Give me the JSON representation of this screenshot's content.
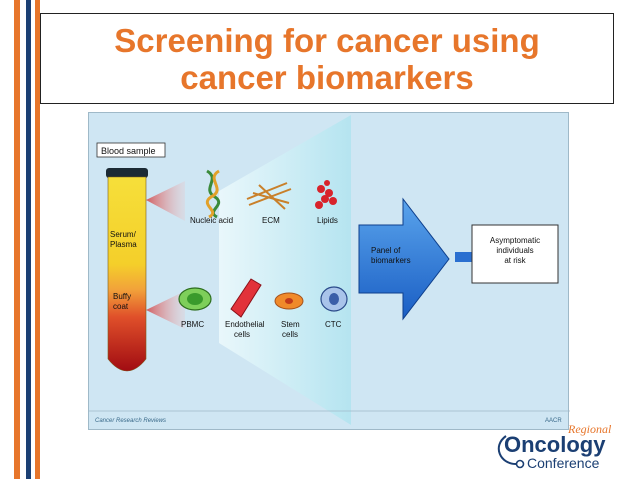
{
  "slide": {
    "title_line1": "Screening for cancer using",
    "title_line2": "cancer biomarkers"
  },
  "figure": {
    "blood_sample_label": "Blood sample",
    "serum_label_1": "Serum/",
    "serum_label_2": "Plasma",
    "buffy_label_1": "Buffy",
    "buffy_label_2": "coat",
    "top_items": [
      "Nucleic acid",
      "ECM",
      "Lipids"
    ],
    "bottom_items": [
      "PBMC",
      "Endothelial",
      "cells",
      "Stem",
      "cells",
      "CTC"
    ],
    "panel_label_1": "Panel of",
    "panel_label_2": "biomarkers",
    "target_line1": "Asymptomatic",
    "target_line2": "individuals",
    "target_line3": "at risk",
    "footer_left": "Cancer Research Reviews",
    "footer_right": "AACR"
  },
  "logo": {
    "regional": "Regional",
    "oncology": "Oncology",
    "conference": "Conference",
    "colors": {
      "orange": "#e7762b",
      "navy": "#1b3f73"
    }
  }
}
